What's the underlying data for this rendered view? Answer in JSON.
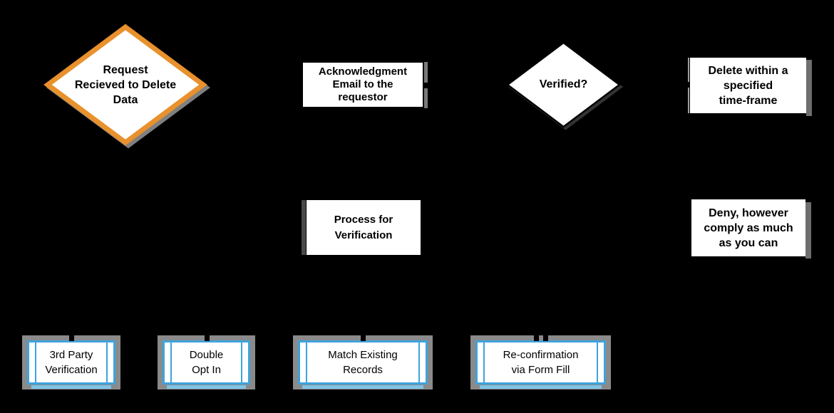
{
  "colors": {
    "background": "#000000",
    "node-fill": "#FFFFFF",
    "text": "#000000",
    "orange": "#E8912D",
    "blue": "#3FA3DC",
    "blue-light": "#7EC3E4",
    "halo": "#8A8A8A",
    "bar": "#6E6E6E",
    "bar-dark": "#4A4A4A",
    "connector": "#000000"
  },
  "nodes": {
    "request": {
      "type": "decision-diamond",
      "label": "Request\nRecieved to Delete\nData"
    },
    "acknowledgment": {
      "type": "process",
      "label": "Acknowledgment\nEmail to the\nrequestor"
    },
    "verified": {
      "type": "decision-diamond",
      "label": "Verified?"
    },
    "delete_timeframe": {
      "type": "process",
      "label": "Delete within a\nspecified\ntime-frame"
    },
    "process_verification": {
      "type": "process",
      "label": "Process for\nVerification"
    },
    "deny_comply": {
      "type": "process",
      "label": "Deny, however\ncomply as much\nas you can"
    },
    "third_party": {
      "type": "predefined-process",
      "label": "3rd Party\nVerification"
    },
    "double_opt_in": {
      "type": "predefined-process",
      "label": "Double\nOpt In"
    },
    "match_records": {
      "type": "predefined-process",
      "label": "Match Existing\nRecords"
    },
    "reconfirmation": {
      "type": "predefined-process",
      "label": "Re-confirmation\nvia Form Fill"
    }
  }
}
